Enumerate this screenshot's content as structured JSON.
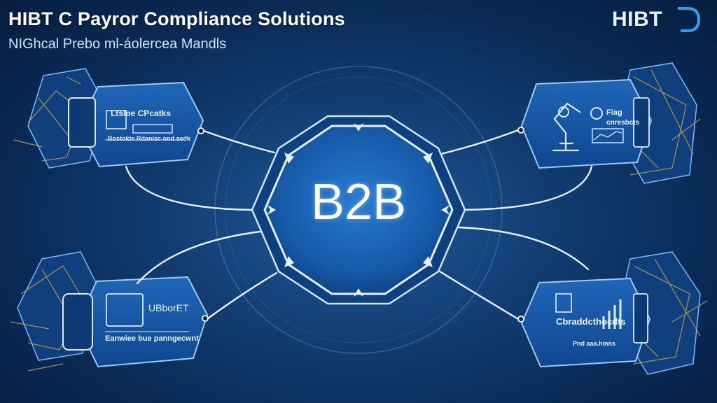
{
  "header": {
    "title": "HIBT C Payror Compliance Solutions",
    "subtitle": "NIGhcal Prebo ml-áolercea Mandls"
  },
  "logo": {
    "text": "HIBT",
    "icon": "d-mark-icon"
  },
  "hub": {
    "label": "B2B"
  },
  "cards": {
    "top_left": {
      "title": "Ltsloe CPcatks",
      "caption": "Bostokte Rdanisc ond sedk"
    },
    "top_right": {
      "title": "Fiag",
      "caption": "cnresbcts"
    },
    "bottom_left": {
      "title": "UBborET",
      "caption": "Eanwiee bue panngecwnt"
    },
    "bottom_right": {
      "title": "Cbraddcthocdts",
      "caption": "Pnd aaa.hinns"
    }
  },
  "colors": {
    "background_center": "#1f5a9c",
    "background_edge": "#061d40",
    "card_fill": "#1a5aa8",
    "line": "#e6f1ff",
    "circuit": "#c9a24a",
    "hub_fill": "#1b64b8"
  }
}
